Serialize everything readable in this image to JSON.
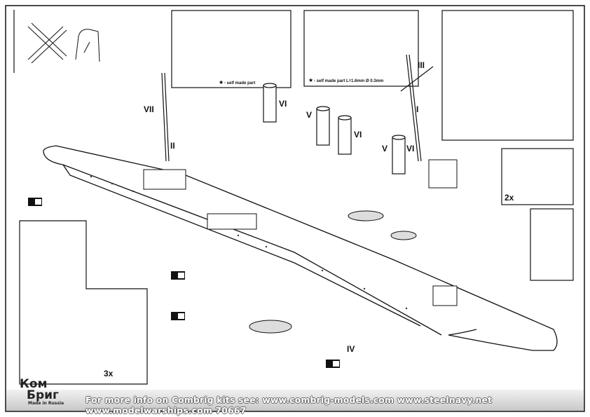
{
  "labels": {
    "VII": "VII",
    "II": "II",
    "VI_a": "VI",
    "V_a": "V",
    "VI_b": "VI",
    "V_b": "V",
    "VI_c": "VI",
    "III": "III",
    "I": "I",
    "IV": "IV",
    "x2": "2x",
    "x3": "3x"
  },
  "inset_notes": {
    "left": "- self made part",
    "right": "- self made part L=1.6mm  Ø 0.3mm"
  },
  "logo": {
    "line1": "Ком",
    "line2": "Бриг",
    "made_in": "Made in Russia"
  },
  "footer": {
    "text": "For more info on Combrig kits see: www.combrig-models.com www.steelnavy.net  www.modelwarships.com  70667"
  },
  "colors": {
    "line": "#111111",
    "footer_band": "#d9d9d9"
  }
}
